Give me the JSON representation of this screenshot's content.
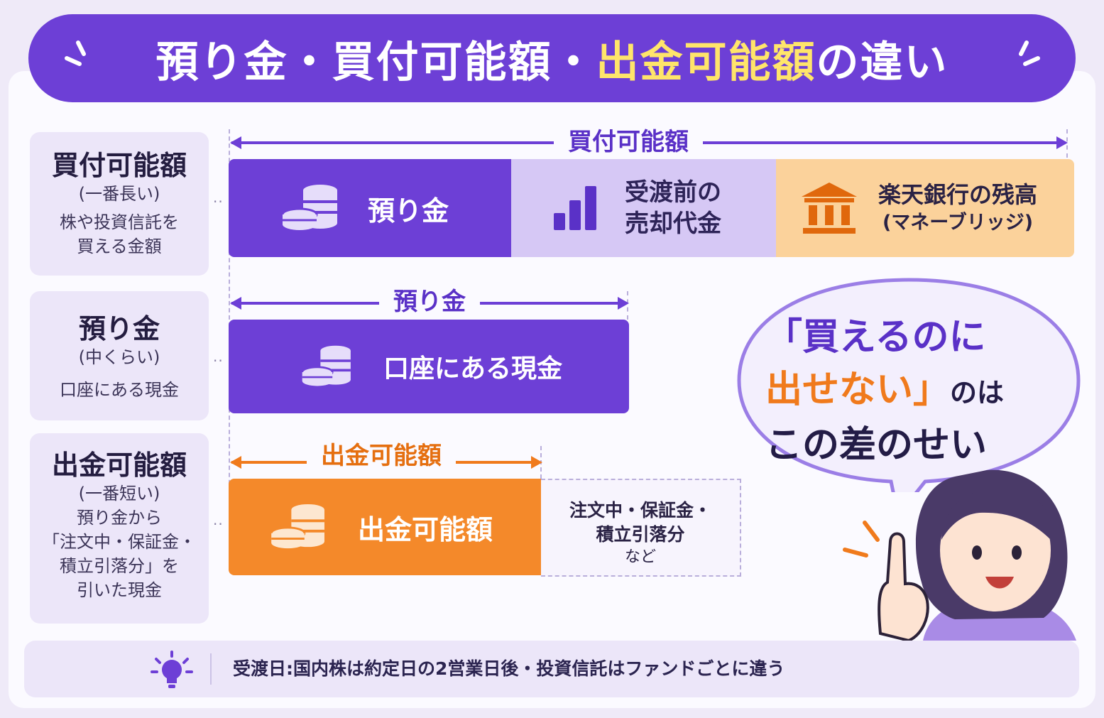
{
  "title": {
    "part1": "預り金・買付可能額・",
    "highlight": "出金可能額",
    "part2": "の違い"
  },
  "rows": {
    "buy": {
      "title": "買付可能額",
      "sub": "(一番長い)",
      "desc1": "株や投資信託を",
      "desc2": "買える金額"
    },
    "deposit": {
      "title": "預り金",
      "sub": "(中くらい)",
      "desc1": "口座にある現金"
    },
    "withdraw": {
      "title": "出金可能額",
      "sub": "(一番短い)",
      "desc1": "預り金から",
      "desc2": "「注文中・保証金・",
      "desc3": "積立引落分」を",
      "desc4": "引いた現金"
    }
  },
  "arrows": {
    "buy": "買付可能額",
    "deposit": "預り金",
    "withdraw": "出金可能額"
  },
  "bars": {
    "buy": {
      "seg1": "預り金",
      "seg2_line1": "受渡前の",
      "seg2_line2": "売却代金",
      "seg3_line1": "楽天銀行の残高",
      "seg3_line2": "(マネーブリッジ)"
    },
    "deposit": {
      "seg1": "口座にある現金"
    },
    "withdraw": {
      "seg1": "出金可能額",
      "box_line1": "注文中・保証金・",
      "box_line2": "積立引落分",
      "box_line3": "など"
    }
  },
  "speech": {
    "line1": "「買えるのに",
    "line2_main": "出せない」",
    "line2_tail": "のは",
    "line3": "この差のせい"
  },
  "tip": {
    "icon": "lightbulb-icon",
    "text": "受渡日:国内株は約定日の2営業日後・投資信託はファンドごとに違う"
  },
  "colors": {
    "purple": "#6d3fd6",
    "light_purple": "#d6c8f5",
    "orange": "#f4892a",
    "peach": "#fbd29b",
    "highlight": "#ffe56a"
  },
  "icons": [
    "coins-icon",
    "bar-chart-icon",
    "bank-icon",
    "sparkle-icon",
    "person-illustration"
  ]
}
